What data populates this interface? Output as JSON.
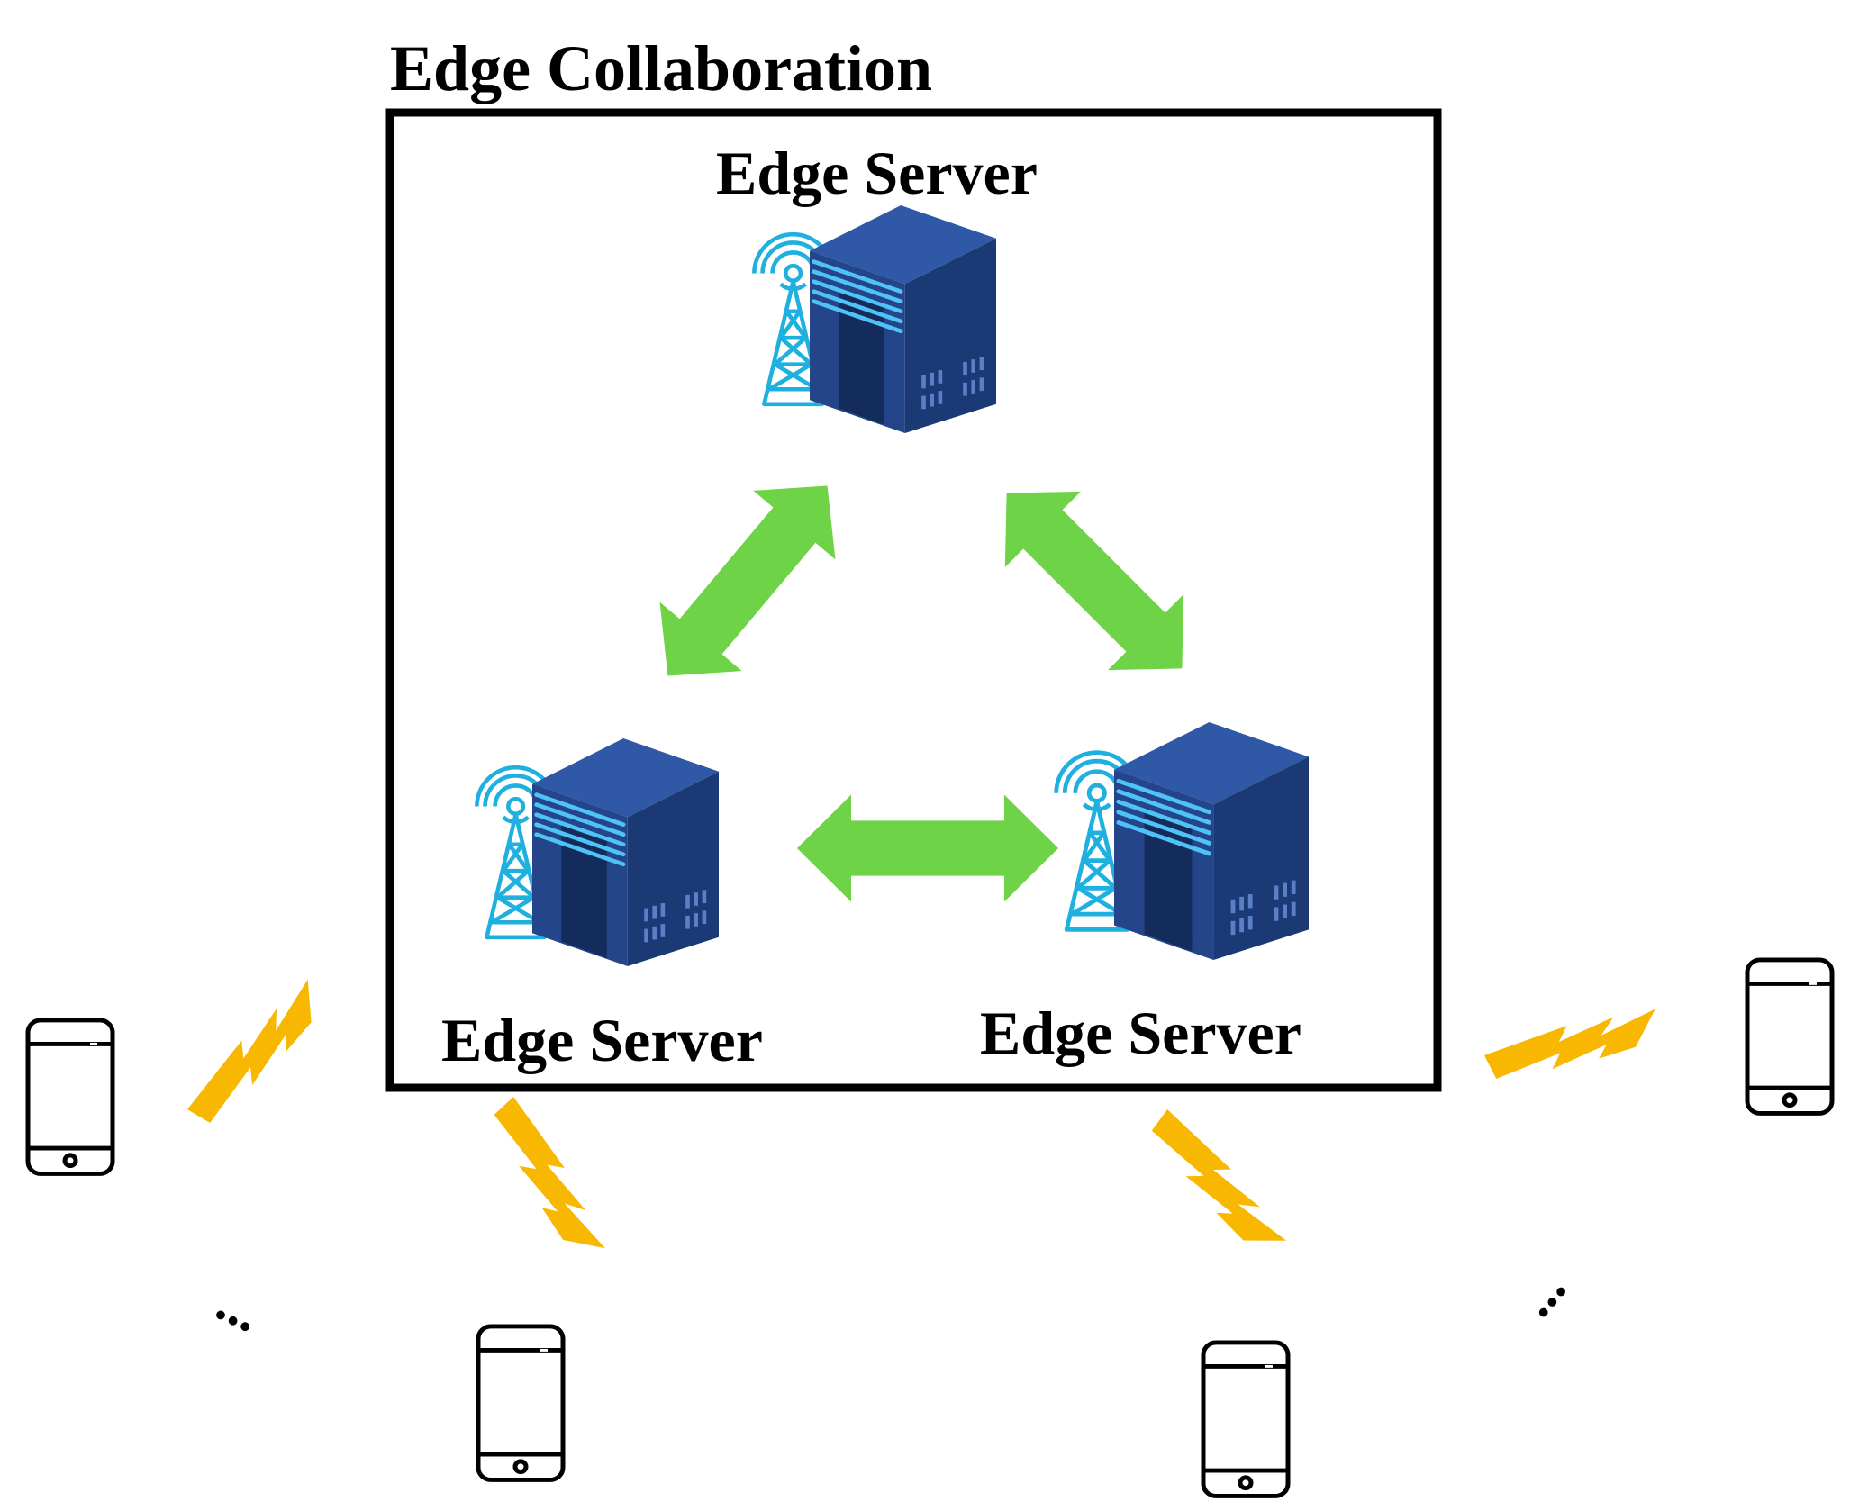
{
  "diagram": {
    "title": "Edge Collaboration",
    "servers": [
      {
        "label": "Edge Server",
        "icon": "edge-server-icon"
      },
      {
        "label": "Edge Server",
        "icon": "edge-server-icon"
      },
      {
        "label": "Edge Server",
        "icon": "edge-server-icon"
      }
    ],
    "ellipsis": "...",
    "colors": {
      "frame": "#000000",
      "arrow": "#6fd348",
      "bolt": "#f8b700",
      "server_dark": "#1b3a75",
      "server_mid": "#24458a",
      "server_light": "#2f58a6",
      "server_stripe": "#4fc3f7",
      "antenna": "#1fb0e0",
      "phone": "#000000"
    }
  }
}
